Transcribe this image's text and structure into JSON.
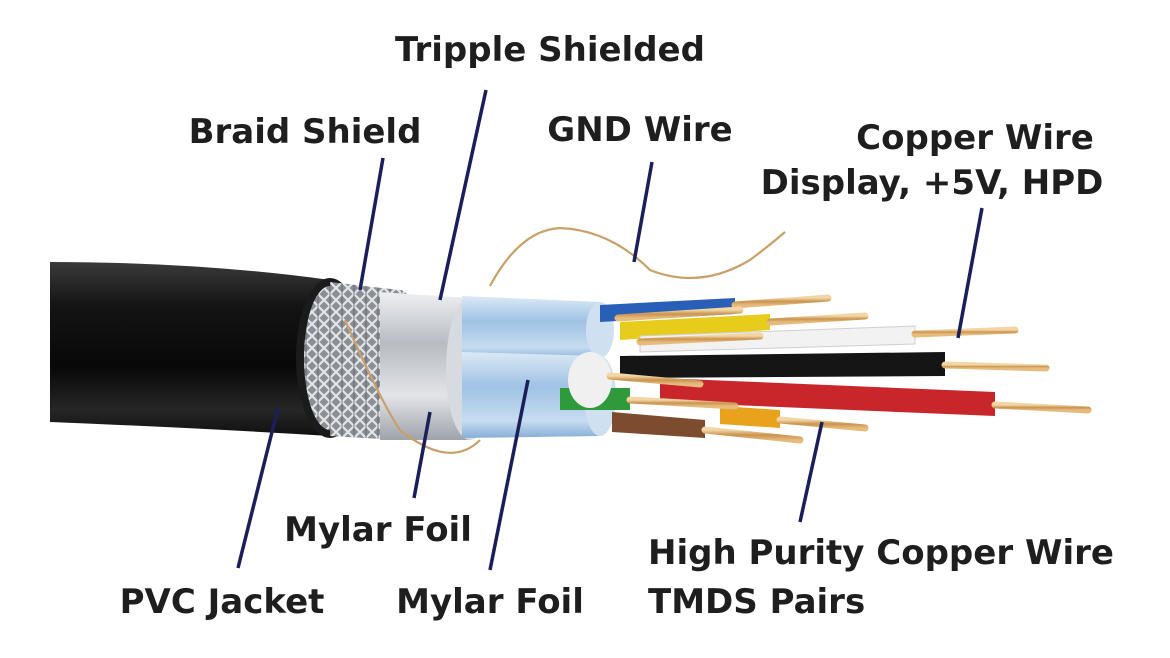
{
  "labels": {
    "tripple_shielded": "Tripple Shielded",
    "braid_shield": "Braid Shield",
    "gnd_wire": "GND Wire",
    "copper_wire_line1": "Copper Wire",
    "copper_wire_line2": "Display, +5V, HPD",
    "mylar_foil_outer": "Mylar Foil",
    "mylar_foil_inner": "Mylar Foil",
    "pvc_jacket": "PVC Jacket",
    "tmds_line1": "High Purity Copper Wire",
    "tmds_line2": "TMDS Pairs"
  },
  "colors": {
    "leader_line": "#1a1f5c",
    "jacket": "#1c1c1c",
    "copper": "#d8a86a",
    "foil": "#c9ccd1",
    "wire_blue": "#2a5fb8",
    "wire_yellow": "#e8cc1c",
    "wire_white": "#f2f2f2",
    "wire_black": "#151515",
    "wire_red": "#c8262b",
    "wire_green": "#2f9a3c",
    "wire_brown": "#7d4b2e",
    "wire_orange": "#e8a21c"
  },
  "icons": [
    "cable-illustration"
  ]
}
